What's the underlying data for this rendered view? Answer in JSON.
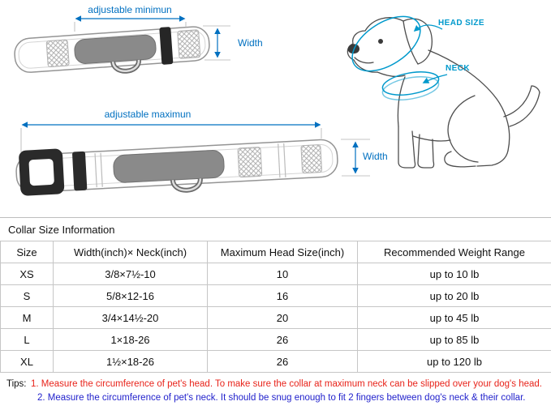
{
  "colors": {
    "dimension_blue": "#0070c0",
    "annotation_teal": "#0099cc",
    "tip_red": "#e8231a",
    "tip_blue": "#2222cc",
    "line_gray": "#949494",
    "pad_gray": "#8a8a8a",
    "buckle_black": "#2a2a2a"
  },
  "diagram": {
    "adjustable_minimum_label": "adjustable minimun",
    "adjustable_maximum_label": "adjustable maximun",
    "width_label_top": "Width",
    "width_label_bottom": "Width",
    "head_size_label": "HEAD SIZE",
    "neck_label": "NECK"
  },
  "size_table": {
    "title": "Collar Size Information",
    "headers": [
      "Size",
      "Width(inch)× Neck(inch)",
      "Maximum Head Size(inch)",
      "Recommended Weight Range"
    ],
    "rows": [
      [
        "XS",
        "3/8×7½-10",
        "10",
        "up to 10 lb"
      ],
      [
        "S",
        "5/8×12-16",
        "16",
        "up to 20 lb"
      ],
      [
        "M",
        "3/4×14½-20",
        "20",
        "up to 45 lb"
      ],
      [
        "L",
        "1×18-26",
        "26",
        "up to 85 lb"
      ],
      [
        "XL",
        "1½×18-26",
        "26",
        "up to 120 lb"
      ]
    ]
  },
  "tips": {
    "label": "Tips:",
    "tip1": "1. Measure the circumference of pet's head.  To make sure the collar at maximum neck can be slipped over your dog's head.",
    "tip2": "2. Measure the circumference of pet's neck. It should be snug enough to fit 2 fingers between dog's neck & their collar."
  }
}
